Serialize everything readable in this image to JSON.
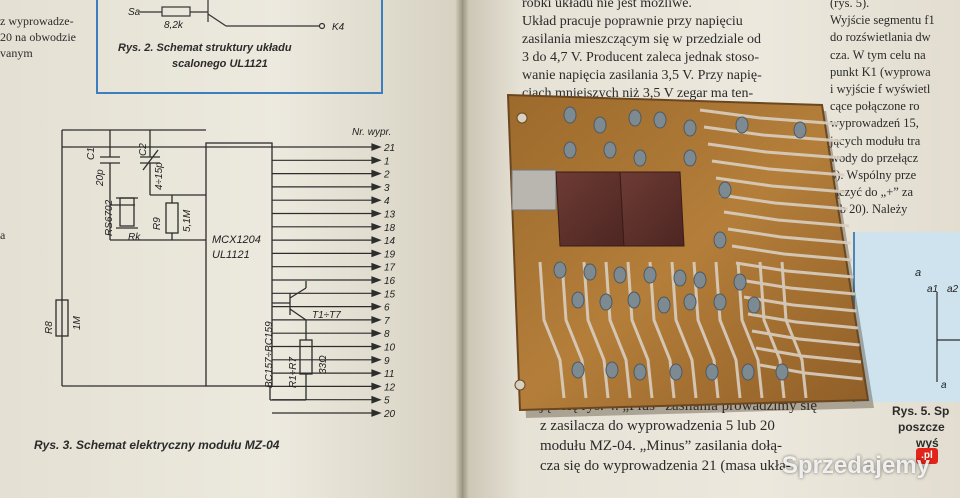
{
  "left_page": {
    "margin_text": [
      "z wyprowadze-",
      "20 na obwodzie",
      "vanym"
    ],
    "margin_a": "a",
    "fig2": {
      "label_sa": "Sa",
      "label_r": "8,2k",
      "label_k4": "K4",
      "caption_line1": "Rys. 2. Schemat struktury układu",
      "caption_line2": "scalonego UL1121"
    },
    "fig3": {
      "caption": "Rys. 3. Schemat elektryczny modułu MZ-04",
      "header": "Nr. wypr.",
      "pins": [
        "21",
        "1",
        "2",
        "3",
        "4",
        "13",
        "18",
        "14",
        "19",
        "17",
        "16",
        "15",
        "6",
        "7",
        "8",
        "10",
        "9",
        "11",
        "12",
        "5",
        "20"
      ],
      "c1": "C1",
      "c1v": "20p",
      "c2": "C2",
      "c2v": "4÷15p",
      "xtal": "RS6702",
      "rk": "Rk",
      "r9": "R9",
      "r9v": "5,1M",
      "r8": "R8",
      "r8v": "1M",
      "ic1": "MCX1204",
      "ic2": "UL1121",
      "t": "T1÷T7",
      "tt": "BC157÷BC159",
      "r": "R1÷R7",
      "rv": "33Ω"
    }
  },
  "right_page": {
    "top_lines": [
      "róbki układu nie jest możliwe.",
      "Układ pracuje poprawnie przy napięciu",
      "zasilania mieszczącym się w przedziale od",
      "3 do 4,7 V. Producent zaleca jednak stoso-",
      "wanie napięcia zasilania 3,5 V. Przy napię-",
      "ciach mniejszych niż 3,5 V zegar ma ten-"
    ],
    "bottom_lines": [
      "jąc się rys. 4. „Plus” zasilania prowadzimy się",
      "z zasilacza do wyprowadzenia 5 lub 20",
      "modułu MZ-04. „Minus” zasilania dołą-",
      "cza się do wyprowadzenia 21 (masa ukła-"
    ],
    "col2_lines": [
      "(rys. 5).",
      "Wyjście segmentu f1",
      "do rozświetlania dw",
      "cza. W tym celu na",
      "punkt K1 (wyprowa",
      "i wyjście f wyświetl",
      "cące połączone ro",
      "wyprowadzeń 15,",
      "jących modułu tra",
      "wody do przełącz",
      "5). Wspólny prze",
      "łączyć do „+” za",
      "lub 20). Należy"
    ],
    "fig5": {
      "a": "a",
      "a1": "a1",
      "a2": "a2",
      "a3": "a"
    },
    "fig5_caption": [
      "Rys. 5. Sp",
      "poszcze",
      "wyś"
    ]
  },
  "watermark": {
    "text": "Sprzedajemy",
    "badge": ".pl"
  }
}
